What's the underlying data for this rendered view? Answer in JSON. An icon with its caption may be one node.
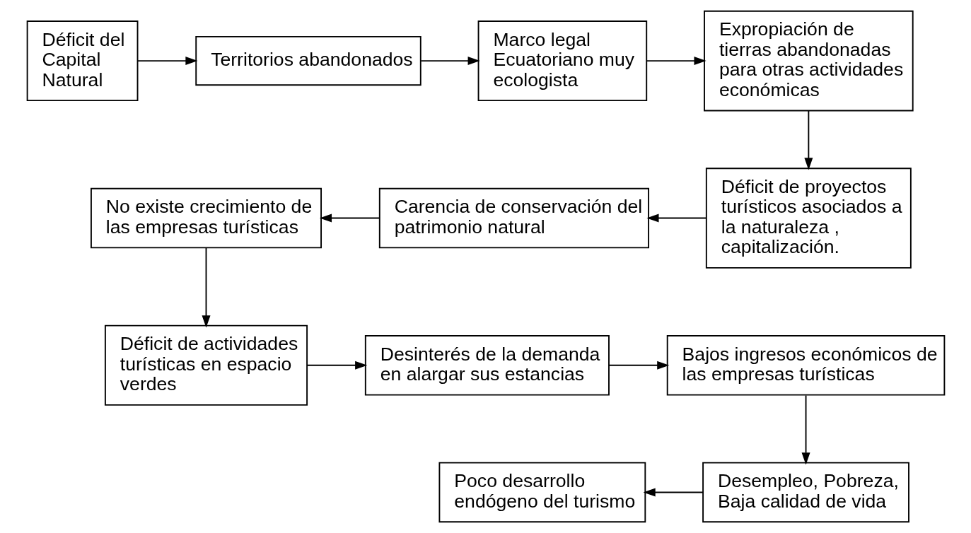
{
  "diagram": {
    "nodes": [
      {
        "text": [
          "Déficit del Capital Natural"
        ]
      },
      {
        "text": [
          "Territorios abandonados"
        ]
      },
      {
        "text": [
          "Marco legal Ecuatoriano muy ecologista"
        ]
      },
      {
        "text": [
          "Expropiación de tierras abandonadas para otras actividades económicas"
        ]
      },
      {
        "text": [
          "Déficit de proyectos turísticos asociados a la naturaleza , capitalización."
        ]
      },
      {
        "text": [
          "Carencia de conservación del patrimonio natural"
        ]
      },
      {
        "text": [
          "No existe crecimiento de las empresas turísticas"
        ]
      },
      {
        "text": [
          "Déficit de actividades turísticas en espacio verdes"
        ]
      },
      {
        "text": [
          "Desinterés de la demanda en alargar sus estancias"
        ]
      },
      {
        "text": [
          "Bajos ingresos económicos de las empresas turísticas"
        ]
      },
      {
        "text": [
          "Desempleo, Pobreza, Baja calidad de vida"
        ]
      },
      {
        "text": [
          "Poco desarrollo endógeno del turismo"
        ]
      }
    ],
    "edges": [
      {
        "from": 0,
        "to": 1,
        "arrow": "to"
      },
      {
        "from": 1,
        "to": 2,
        "arrow": "to"
      },
      {
        "from": 2,
        "to": 3,
        "arrow": "to"
      },
      {
        "from": 3,
        "to": 4,
        "arrow": "to"
      },
      {
        "from": 4,
        "to": 5,
        "arrow": "to"
      },
      {
        "from": 5,
        "to": 6,
        "arrow": "to"
      },
      {
        "from": 6,
        "to": 7,
        "arrow": "to"
      },
      {
        "from": 7,
        "to": 8,
        "arrow": "to"
      },
      {
        "from": 8,
        "to": 9,
        "arrow": "to"
      },
      {
        "from": 9,
        "to": 10,
        "arrow": "to"
      },
      {
        "from": 10,
        "to": 11,
        "arrow": "to"
      }
    ]
  }
}
